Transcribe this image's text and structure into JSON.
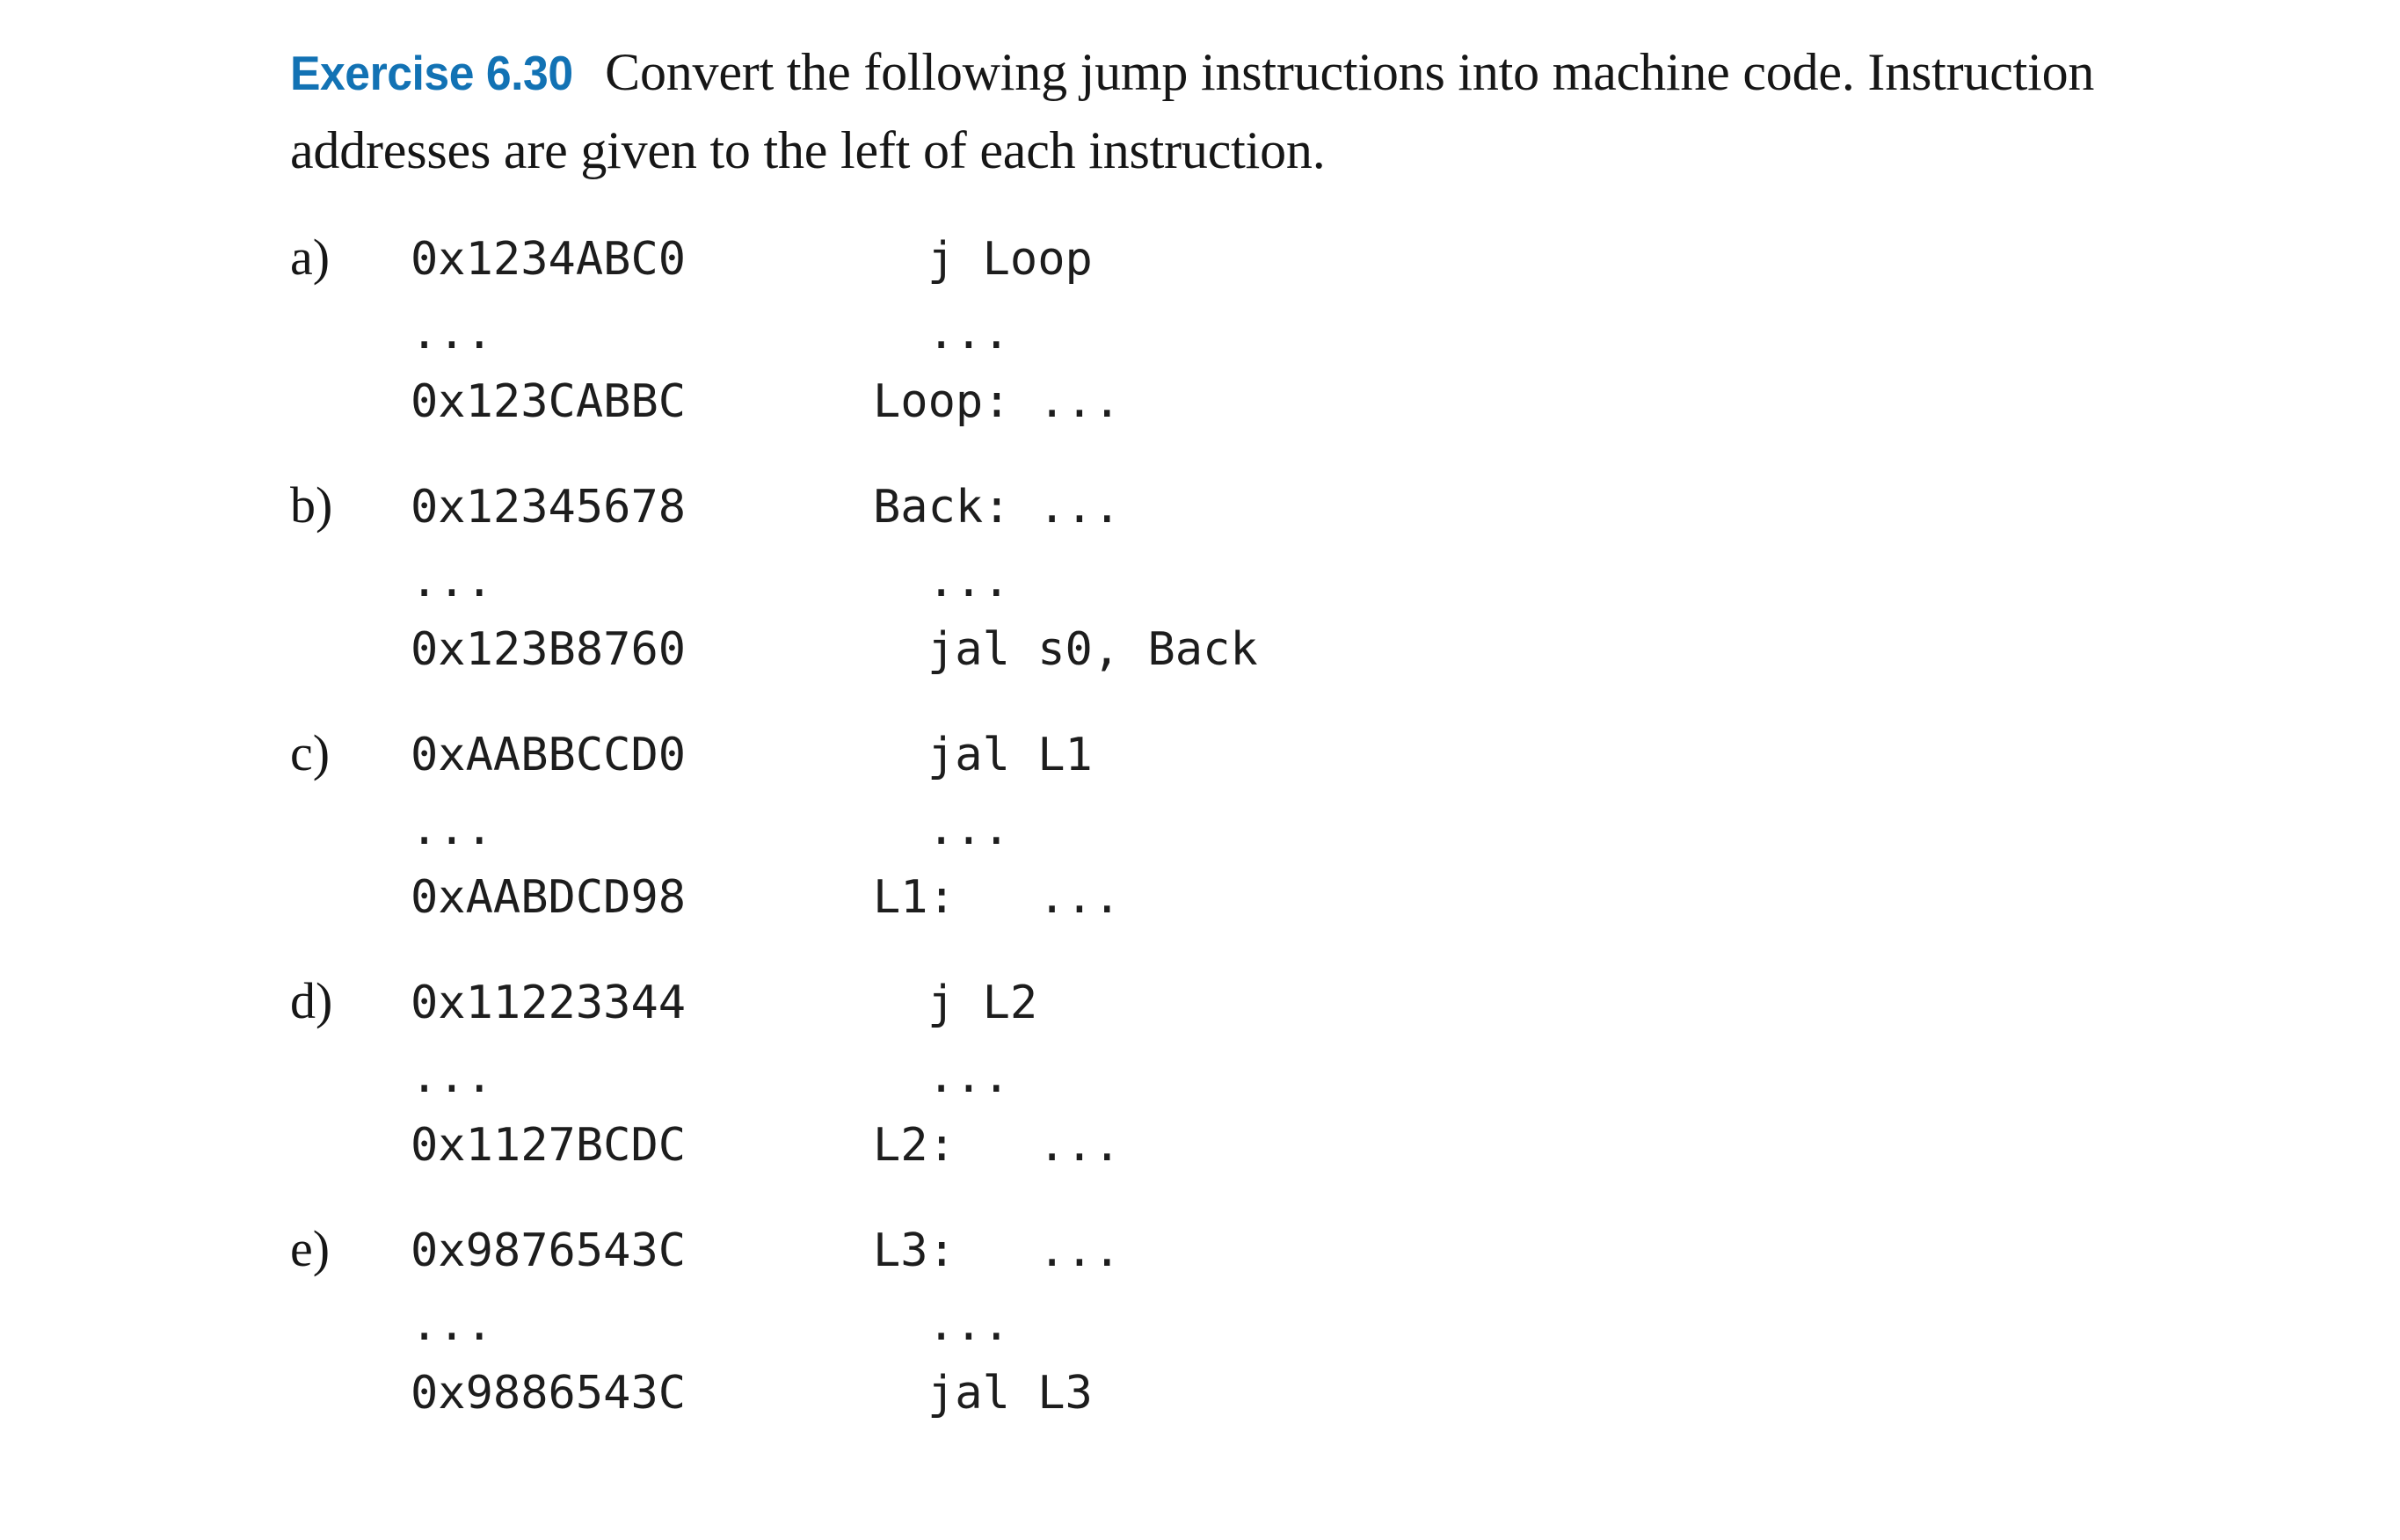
{
  "exercise": {
    "number_label": "Exercise 6.30",
    "prompt": "Convert the following jump instructions into machine code. Instruction addresses are given to the left of each instruction.",
    "accent_color": "#1272b4",
    "text_color": "#161616"
  },
  "parts": [
    {
      "letter": "a)",
      "lines": [
        {
          "address": "0x1234ABC0",
          "instruction": "j Loop",
          "label": ""
        },
        {
          "address": "...",
          "instruction": "...",
          "label": ""
        },
        {
          "address": "0x123CABBC",
          "instruction": "...",
          "label": "Loop:"
        }
      ]
    },
    {
      "letter": "b)",
      "lines": [
        {
          "address": "0x12345678",
          "instruction": "...",
          "label": "Back:"
        },
        {
          "address": "...",
          "instruction": "...",
          "label": ""
        },
        {
          "address": "0x123B8760",
          "instruction": "jal s0, Back",
          "label": ""
        }
      ]
    },
    {
      "letter": "c)",
      "lines": [
        {
          "address": "0xAABBCCD0",
          "instruction": "jal L1",
          "label": ""
        },
        {
          "address": "...",
          "instruction": "...",
          "label": ""
        },
        {
          "address": "0xAABDCD98",
          "instruction": "...",
          "label": "L1:"
        }
      ]
    },
    {
      "letter": "d)",
      "lines": [
        {
          "address": "0x11223344",
          "instruction": "j L2",
          "label": ""
        },
        {
          "address": "...",
          "instruction": "...",
          "label": ""
        },
        {
          "address": "0x1127BCDC",
          "instruction": "...",
          "label": "L2:"
        }
      ]
    },
    {
      "letter": "e)",
      "lines": [
        {
          "address": "0x9876543C",
          "instruction": "...",
          "label": "L3:"
        },
        {
          "address": "...",
          "instruction": "...",
          "label": ""
        },
        {
          "address": "0x9886543C",
          "instruction": "jal L3",
          "label": ""
        }
      ]
    }
  ]
}
